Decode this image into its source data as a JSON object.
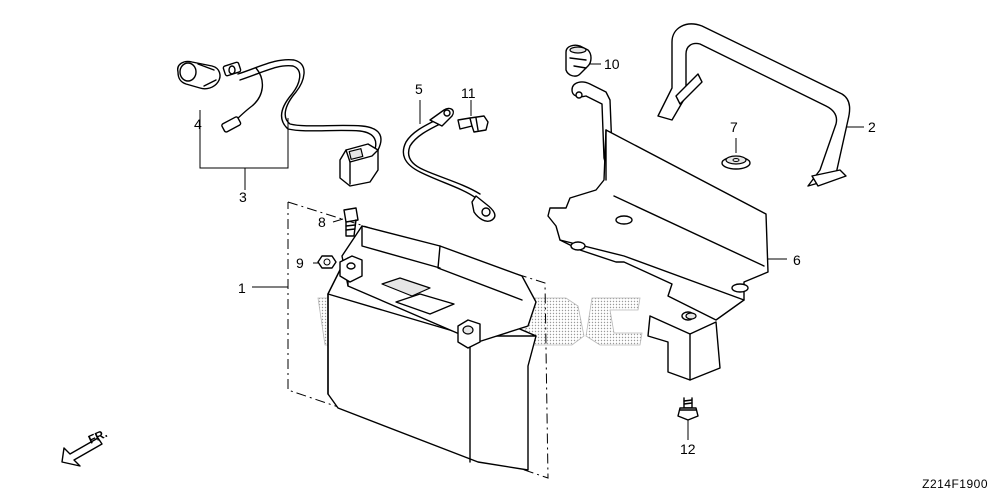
{
  "diagram": {
    "diagram_code": "Z214F1900",
    "direction_label": "FR.",
    "callouts": {
      "c1": "1",
      "c2": "2",
      "c3": "3",
      "c4": "4",
      "c5": "5",
      "c6": "6",
      "c7": "7",
      "c8": "8",
      "c9": "9",
      "c10": "10",
      "c11": "11",
      "c12": "12"
    }
  }
}
